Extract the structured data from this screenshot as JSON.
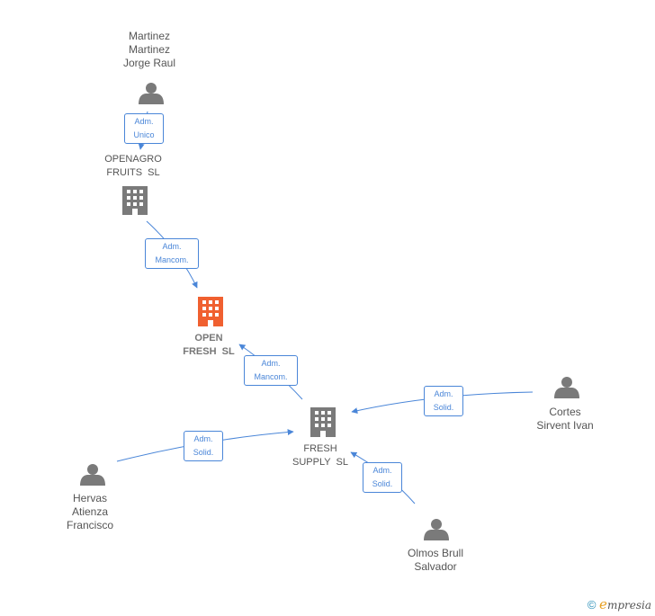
{
  "colors": {
    "edge": "#4a86d8",
    "node": "#7a7a7a",
    "focus": "#f06030"
  },
  "nodes": {
    "martinez": {
      "label": [
        "Martinez",
        "Martinez",
        "Jorge Raul"
      ],
      "icon": "person-icon"
    },
    "openagro": {
      "label": [
        "OPENAGRO",
        "FRUITS  SL"
      ],
      "icon": "building-icon"
    },
    "openfresh": {
      "label": [
        "OPEN",
        "FRESH  SL"
      ],
      "icon": "building-icon"
    },
    "freshsupply": {
      "label": [
        "FRESH",
        "SUPPLY  SL"
      ],
      "icon": "building-icon"
    },
    "cortes": {
      "label": [
        "Cortes",
        "Sirvent Ivan"
      ],
      "icon": "person-icon"
    },
    "hervas": {
      "label": [
        "Hervas",
        "Atienza",
        "Francisco"
      ],
      "icon": "person-icon"
    },
    "olmos": {
      "label": [
        "Olmos Brull",
        "Salvador"
      ],
      "icon": "person-icon"
    }
  },
  "edges": {
    "e1": [
      "Adm.",
      "Unico"
    ],
    "e2": [
      "Adm.",
      "Mancom."
    ],
    "e3": [
      "Adm.",
      "Mancom."
    ],
    "e4": [
      "Adm.",
      "Solid."
    ],
    "e5": [
      "Adm.",
      "Solid."
    ],
    "e6": [
      "Adm.",
      "Solid."
    ]
  },
  "footer": {
    "copyright": "©",
    "brand_initial": "e",
    "brand_rest": "mpresia"
  }
}
